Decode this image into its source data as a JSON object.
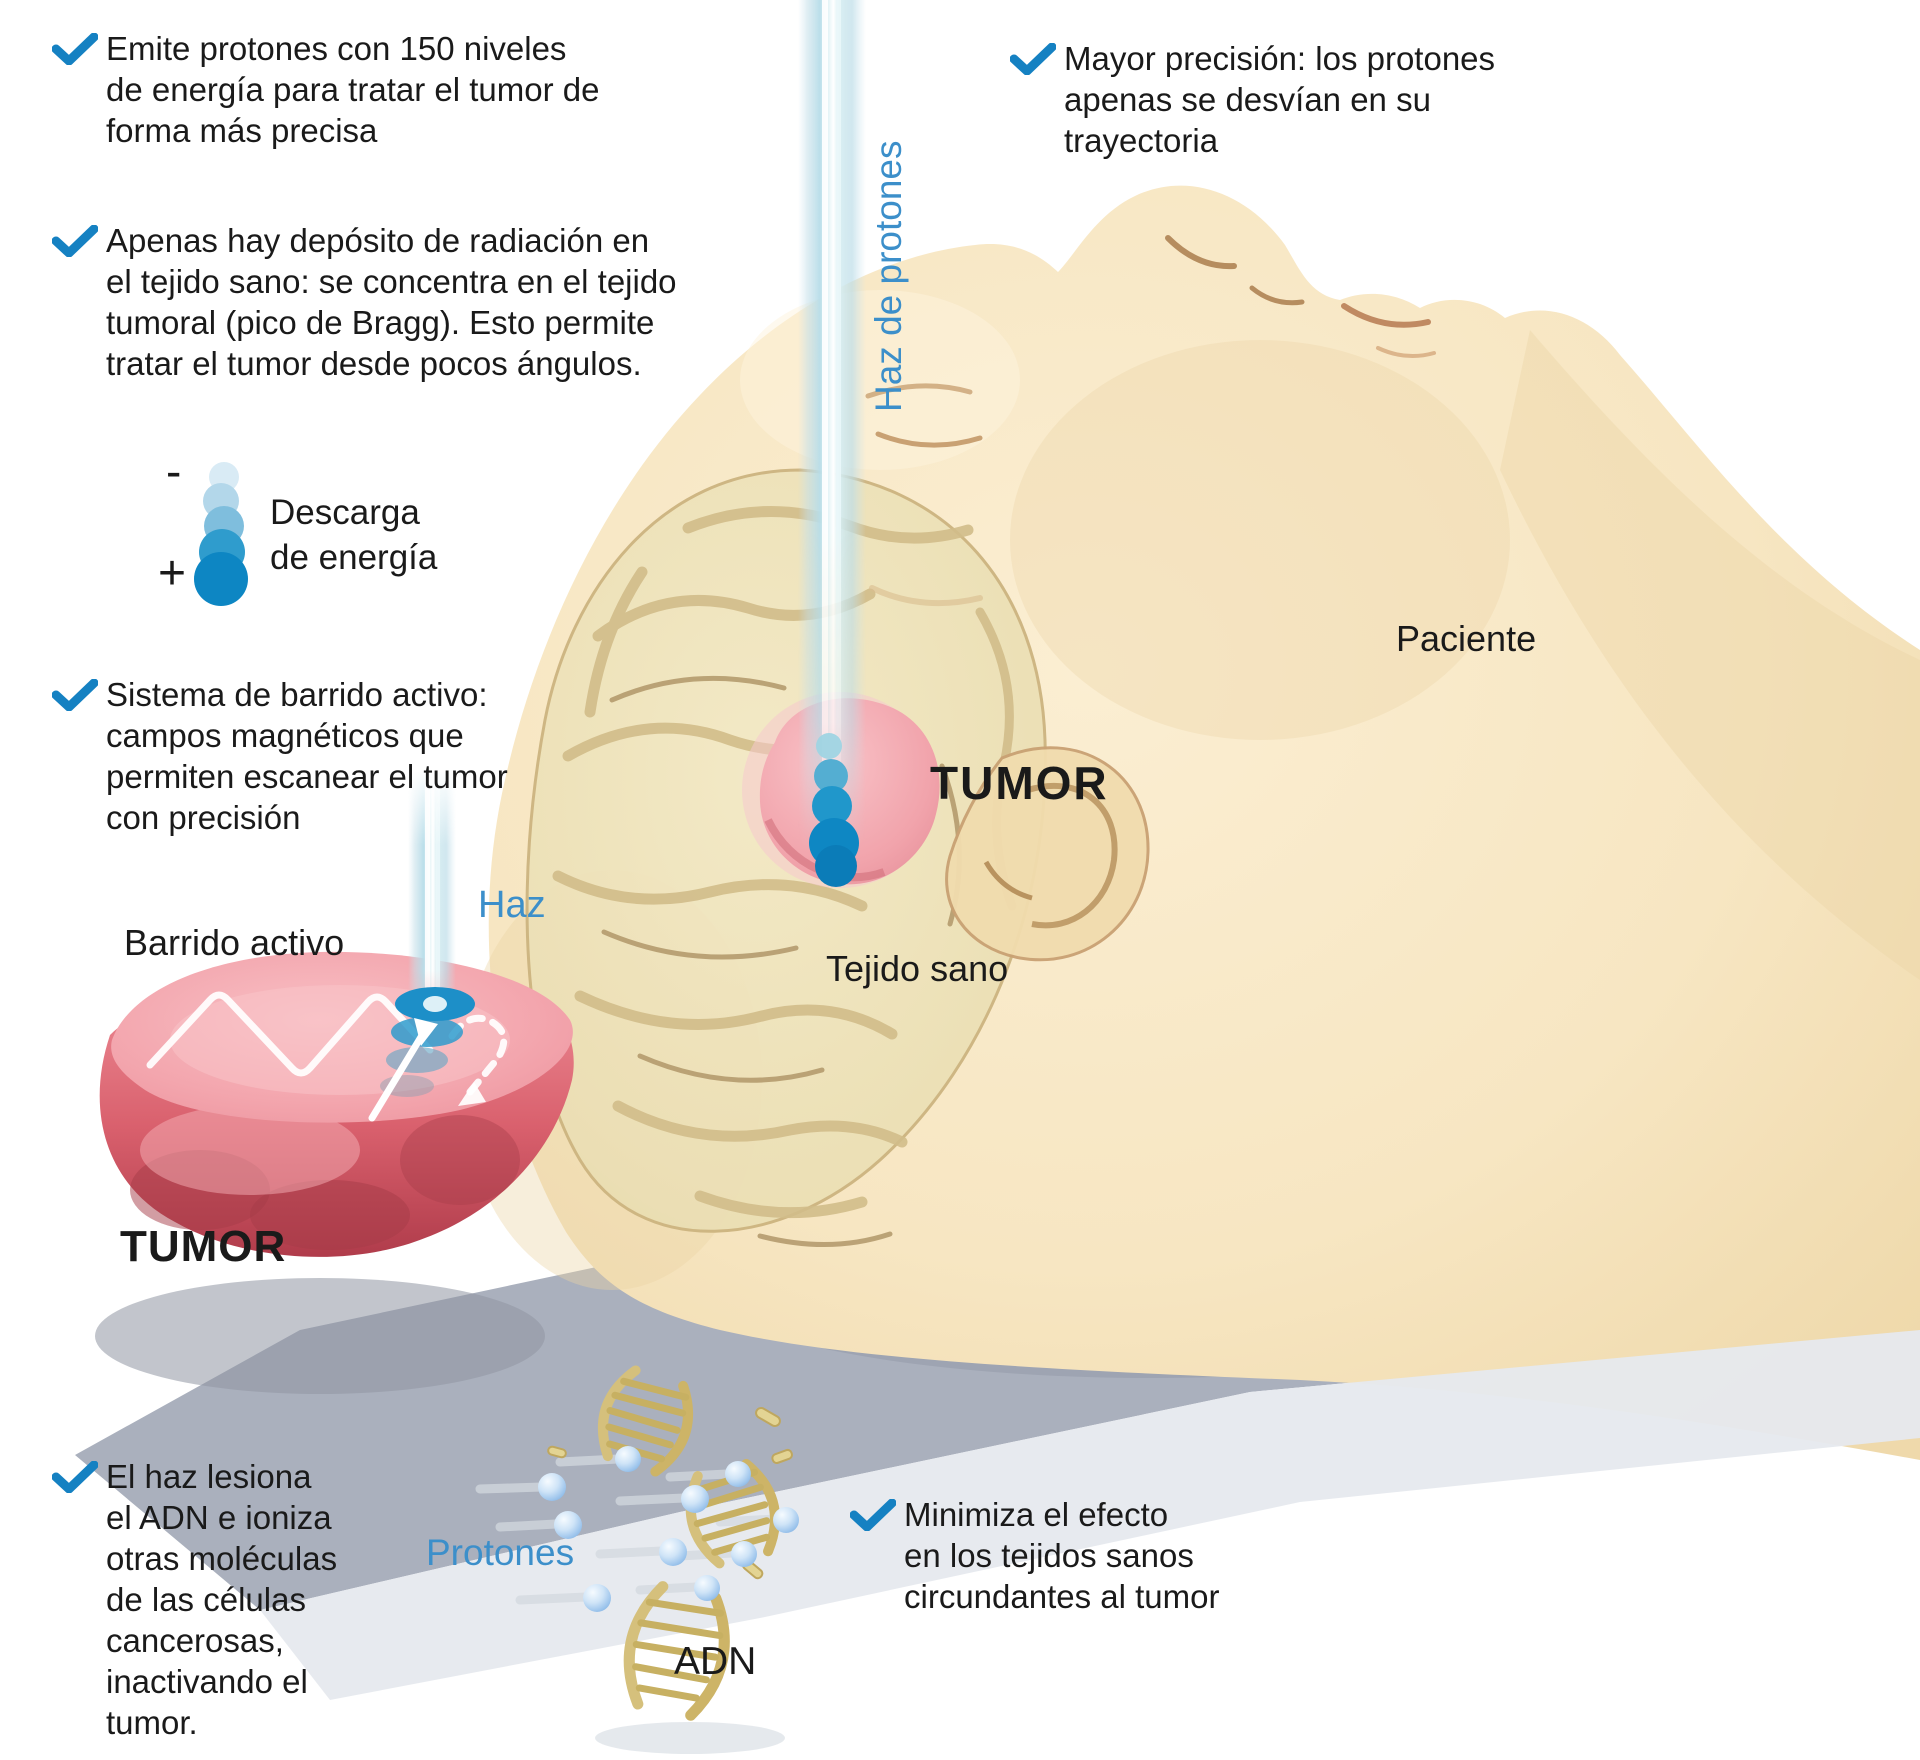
{
  "colors": {
    "check_blue": "#1581c2",
    "label_blue": "#3c8fca",
    "text_black": "#1a1a1a",
    "beam_cyan": "#bfe0ec",
    "tumor_pink": "#f1a3ab",
    "tumor_deep_red": "#b03c4b",
    "skin_beige": "#f7e6c2",
    "brain_tan": "#ebdfb4",
    "dna_gold": "#d5c07c",
    "proton_sphere_blue": "#9cc4ec",
    "table_gray": "#aab0bd"
  },
  "notes": {
    "emite": "Emite protones con 150 niveles\nde energía para tratar el tumor de\nforma más precisa",
    "apenas": "Apenas hay depósito de radiación en\nel tejido sano: se concentra en el tejido\ntumoral (pico de Bragg). Esto permite\ntratar el tumor desde pocos ángulos.",
    "sistema": "Sistema de barrido activo:\ncampos magnéticos que\npermiten escanear el tumor\ncon precisión",
    "haz_lesiona": "El haz lesiona\nel ADN e ioniza\notras moléculas\nde las células\ncancerosas,\ninactivando el\ntumor.",
    "mayor_precision": "Mayor precisión: los protones\napenas se desvían en su trayectoria",
    "minimiza": "Minimiza el efecto\nen los tejidos sanos\ncircundantes al tumor"
  },
  "labels": {
    "energy_minus": "-",
    "energy_plus": "+",
    "descarga": "Descarga\nde energía",
    "haz": "Haz",
    "barrido_activo": "Barrido activo",
    "tumor_small": "TUMOR",
    "haz_de_protones": "Haz de protones",
    "tumor_brain": "TUMOR",
    "tejido_sano": "Tejido sano",
    "paciente": "Paciente",
    "protones": "Protones",
    "adn": "ADN"
  }
}
